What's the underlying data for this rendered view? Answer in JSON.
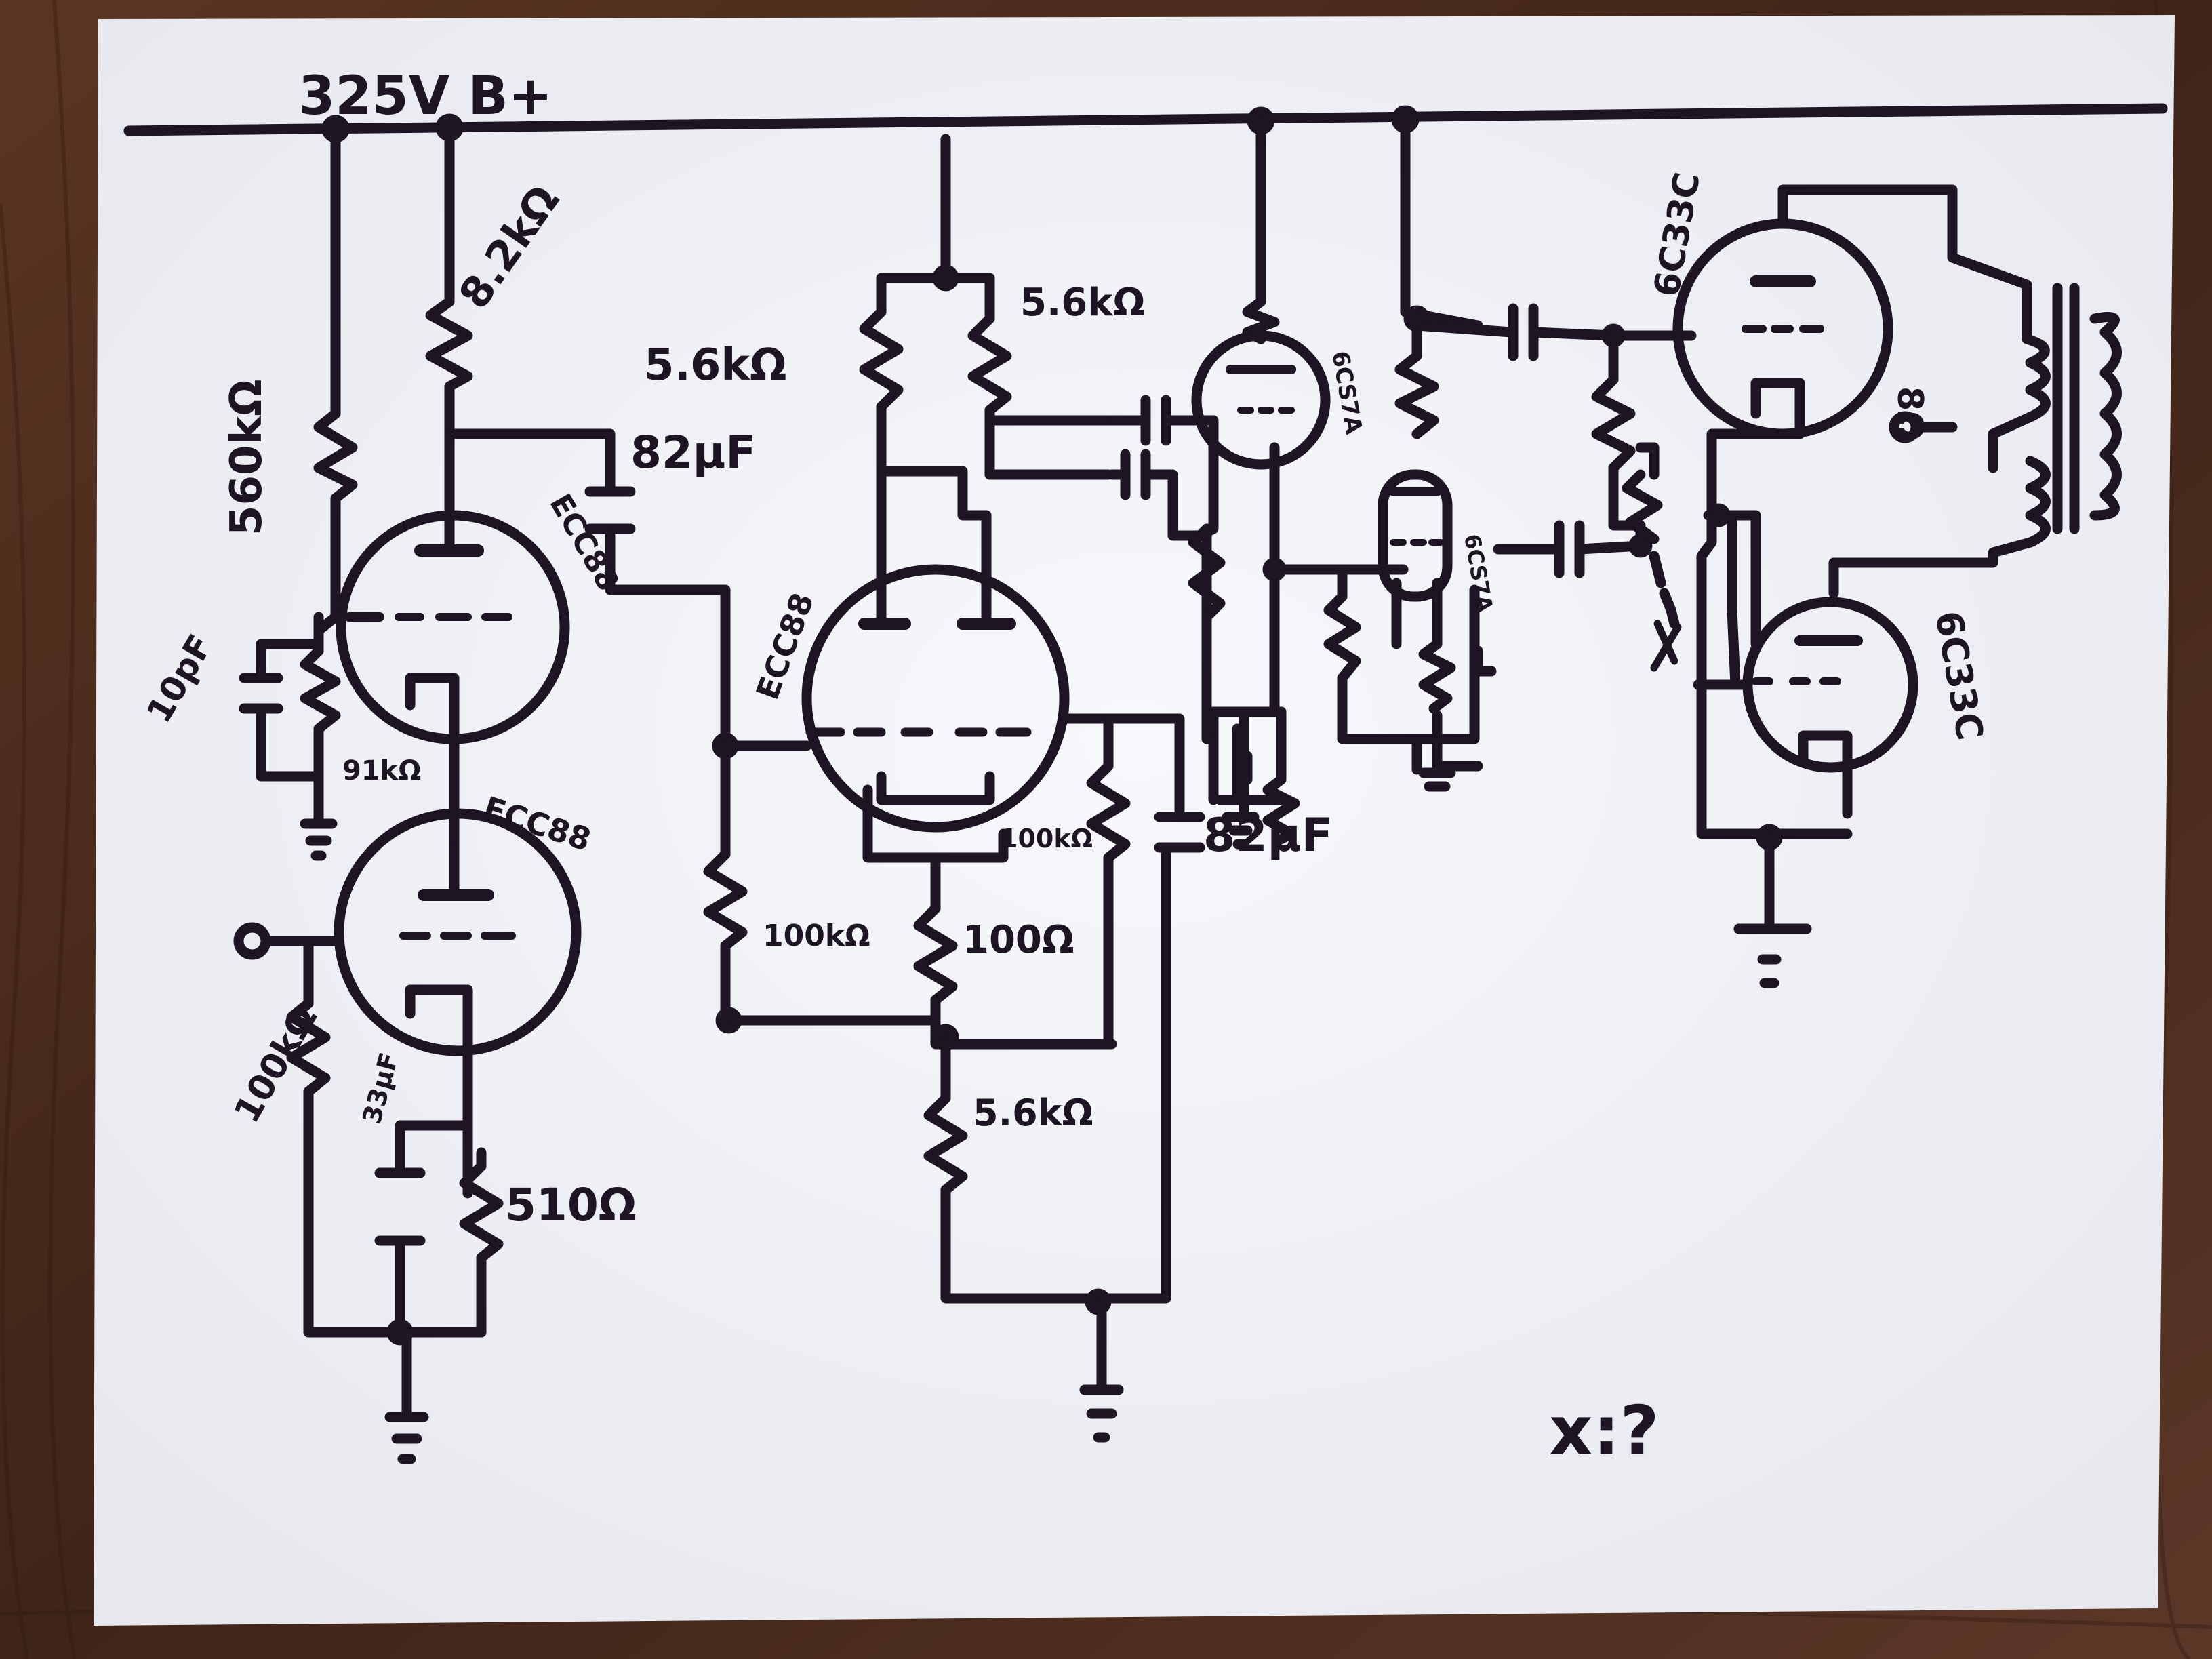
{
  "supply": {
    "label": "325V B+"
  },
  "tubes": {
    "v1": "ECC88",
    "v2": "ECC88",
    "v3": "ECC88",
    "v4": "6CS7A",
    "v5": "6CS7A",
    "v6": "6C33C",
    "v7": "6C33C"
  },
  "components": {
    "r_560k": "560kΩ",
    "r_8k2": "8.2kΩ",
    "r_91k": "91kΩ",
    "r_100k_in": "100kΩ",
    "r_510": "510Ω",
    "r_5k6_left": "5.6kΩ",
    "r_5k6_right": "5.6kΩ",
    "r_100k_grid": "100kΩ",
    "r_100": "100Ω",
    "r_100k_fb": "100kΩ",
    "r_5k6_tail": "5.6kΩ",
    "c_10p": "10pF",
    "c_33u": "33µF",
    "c_82u_top": "82µF",
    "c_82u_bottom": "82µF"
  },
  "annotations": {
    "x_marker": "x",
    "question": "x:?"
  },
  "output": {
    "label": "8Ω"
  },
  "colors": {
    "ink": "#1d1424",
    "paper": "#f4f5f9",
    "table": "#4a2c1c"
  }
}
